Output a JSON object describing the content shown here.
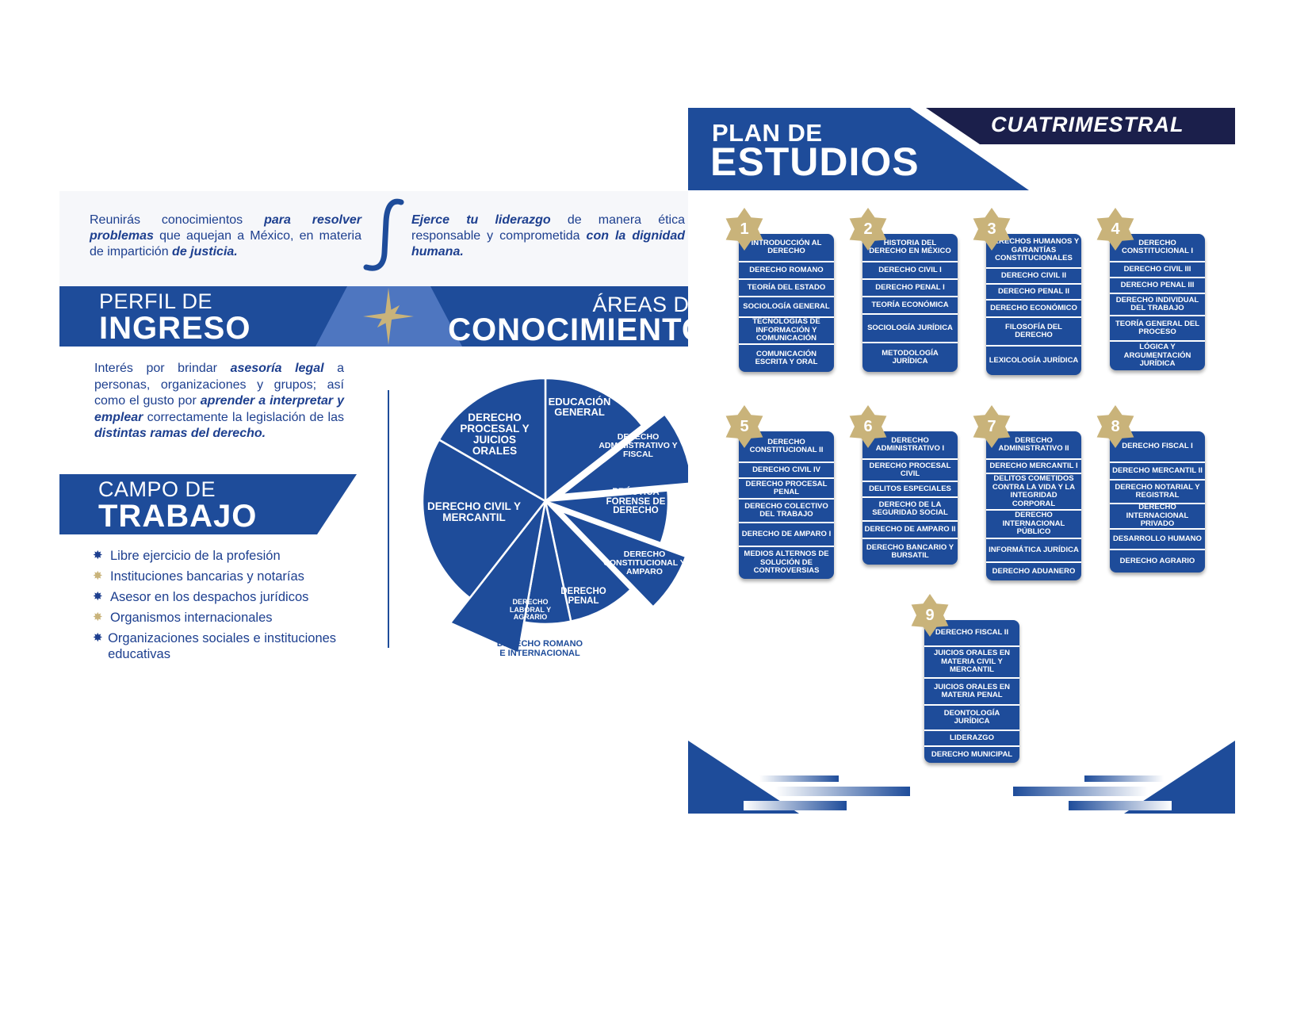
{
  "intro": {
    "left": {
      "p1": "Reunirás conocimientos ",
      "b1": "para resolver problemas",
      "p2": " que aquejan a México, en materia de impartición ",
      "b2": "de justicia."
    },
    "right": {
      "b1": "Ejerce tu liderazgo",
      "p1": " de manera ética responsable y comprometida ",
      "b2": "con la dignidad humana."
    }
  },
  "perfil": {
    "small": "PERFIL DE",
    "big": "INGRESO",
    "text": {
      "p1": "Interés por brindar ",
      "b1": "asesoría legal",
      "p2": " a personas, organizaciones y grupos; así como el gusto por ",
      "b2": "aprender a interpretar y emplear",
      "p3": " correctamente la legislación de las ",
      "b3": "distintas ramas del derecho."
    }
  },
  "areas": {
    "small": "ÁREAS DE",
    "big": "CONOCIMIENTO",
    "slices": [
      {
        "label": "EDUCACIÓN GENERAL"
      },
      {
        "label": "DERECHO ADMINISTRATIVO Y FISCAL"
      },
      {
        "label": "PRÁCTICA FORENSE DE DERECHO"
      },
      {
        "label": "DERECHO CONSTITUCIONAL Y AMPARO"
      },
      {
        "label": "DERECHO PENAL"
      },
      {
        "label": "DERECHO LABORAL Y AGRARIO"
      },
      {
        "label": "DERECHO ROMANO E INTERNACIONAL"
      },
      {
        "label": "DERECHO CIVIL Y MERCANTIL"
      },
      {
        "label": "DERECHO PROCESAL Y JUICIOS ORALES"
      }
    ]
  },
  "campo": {
    "small": "CAMPO DE",
    "big": "TRABAJO",
    "items": [
      "Libre ejercicio de la profesión",
      "Instituciones bancarias y notarías",
      "Asesor en los despachos jurídicos",
      "Organismos internacionales",
      "Organizaciones sociales e instituciones educativas"
    ]
  },
  "plan": {
    "title1": "PLAN DE",
    "title2": "ESTUDIOS",
    "modality": "CUATRIMESTRAL",
    "semesters": [
      {
        "num": "1",
        "subjects": [
          "INTRODUCCIÓN AL DERECHO",
          "DERECHO ROMANO",
          "TEORÍA DEL ESTADO",
          "SOCIOLOGÍA GENERAL",
          "TECNOLOGÍAS DE INFORMACIÓN Y COMUNICACIÓN",
          "COMUNICACIÓN ESCRITA Y ORAL"
        ]
      },
      {
        "num": "2",
        "subjects": [
          "HISTORIA DEL DERECHO EN MÉXICO",
          "DERECHO CIVIL I",
          "DERECHO PENAL I",
          "TEORÍA ECONÓMICA",
          "SOCIOLOGÍA JURÍDICA",
          "METODOLOGÍA JURÍDICA"
        ]
      },
      {
        "num": "3",
        "subjects": [
          "DERECHOS HUMANOS Y GARANTÍAS CONSTITUCIONALES",
          "DERECHO CIVIL II",
          "DERECHO PENAL II",
          "DERECHO ECONÓMICO",
          "FILOSOFÍA DEL DERECHO",
          "LEXICOLOGÍA JURÍDICA"
        ]
      },
      {
        "num": "4",
        "subjects": [
          "DERECHO CONSTITUCIONAL I",
          "DERECHO CIVIL III",
          "DERECHO PENAL III",
          "DERECHO INDIVIDUAL DEL TRABAJO",
          "TEORÍA GENERAL DEL PROCESO",
          "LÓGICA Y ARGUMENTACIÓN JURÍDICA"
        ]
      },
      {
        "num": "5",
        "subjects": [
          "DERECHO CONSTITUCIONAL II",
          "DERECHO CIVIL IV",
          "DERECHO PROCESAL PENAL",
          "DERECHO COLECTIVO DEL TRABAJO",
          "DERECHO DE AMPARO I",
          "MEDIOS ALTERNOS DE SOLUCIÓN DE CONTROVERSIAS"
        ]
      },
      {
        "num": "6",
        "subjects": [
          "DERECHO ADMINISTRATIVO I",
          "DERECHO PROCESAL CIVIL",
          "DELITOS ESPECIALES",
          "DERECHO DE LA SEGURIDAD SOCIAL",
          "DERECHO DE AMPARO II",
          "DERECHO BANCARIO Y BURSATIL"
        ]
      },
      {
        "num": "7",
        "subjects": [
          "DERECHO ADMINISTRATIVO II",
          "DERECHO MERCANTIL I",
          "DELITOS COMETIDOS CONTRA LA VIDA Y LA INTEGRIDAD CORPORAL",
          "DERECHO INTERNACIONAL PÚBLICO",
          "INFORMÁTICA JURÍDICA",
          "DERECHO ADUANERO"
        ]
      },
      {
        "num": "8",
        "subjects": [
          "DERECHO FISCAL I",
          "DERECHO MERCANTIL II",
          "DERECHO NOTARIAL Y REGISTRAL",
          "DERECHO INTERNACIONAL PRIVADO",
          "DESARROLLO HUMANO",
          "DERECHO AGRARIO"
        ]
      },
      {
        "num": "9",
        "subjects": [
          "DERECHO FISCAL II",
          "JUICIOS ORALES EN MATERIA CIVIL Y MERCANTIL",
          "JUICIOS ORALES EN MATERIA PENAL",
          "DEONTOLOGÍA JURÍDICA",
          "LIDERAZGO",
          "DERECHO MUNICIPAL"
        ]
      }
    ]
  },
  "colors": {
    "navy": "#1e4c9a",
    "text": "#1d3f8f",
    "gold": "#c9b37a",
    "dark": "#1b1f4b"
  }
}
